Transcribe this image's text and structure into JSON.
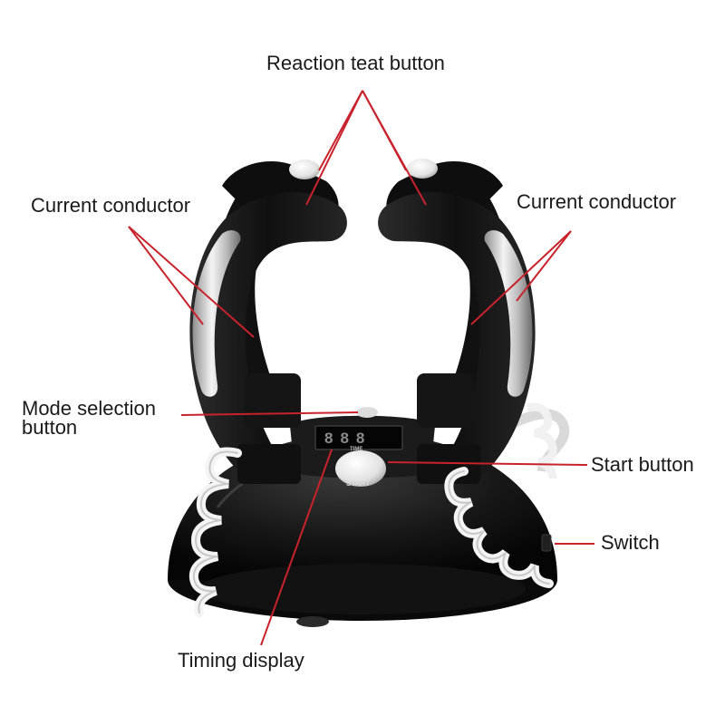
{
  "labels": {
    "reaction_button": "Reaction teat button",
    "current_conductor_left": "Current conductor",
    "current_conductor_right": "Current conductor",
    "mode_selection_line1": "Mode selection",
    "mode_selection_line2": "button",
    "start_button": "Start button",
    "switch": "Switch",
    "timing_display": "Timing display"
  },
  "device": {
    "time_text": "TIME",
    "start_text": "START",
    "display_digits": "888"
  },
  "colors": {
    "leader_line": "#c8232c",
    "body": "#141414",
    "cable": "#f2f2f2",
    "metal": "#c9c9c9"
  }
}
